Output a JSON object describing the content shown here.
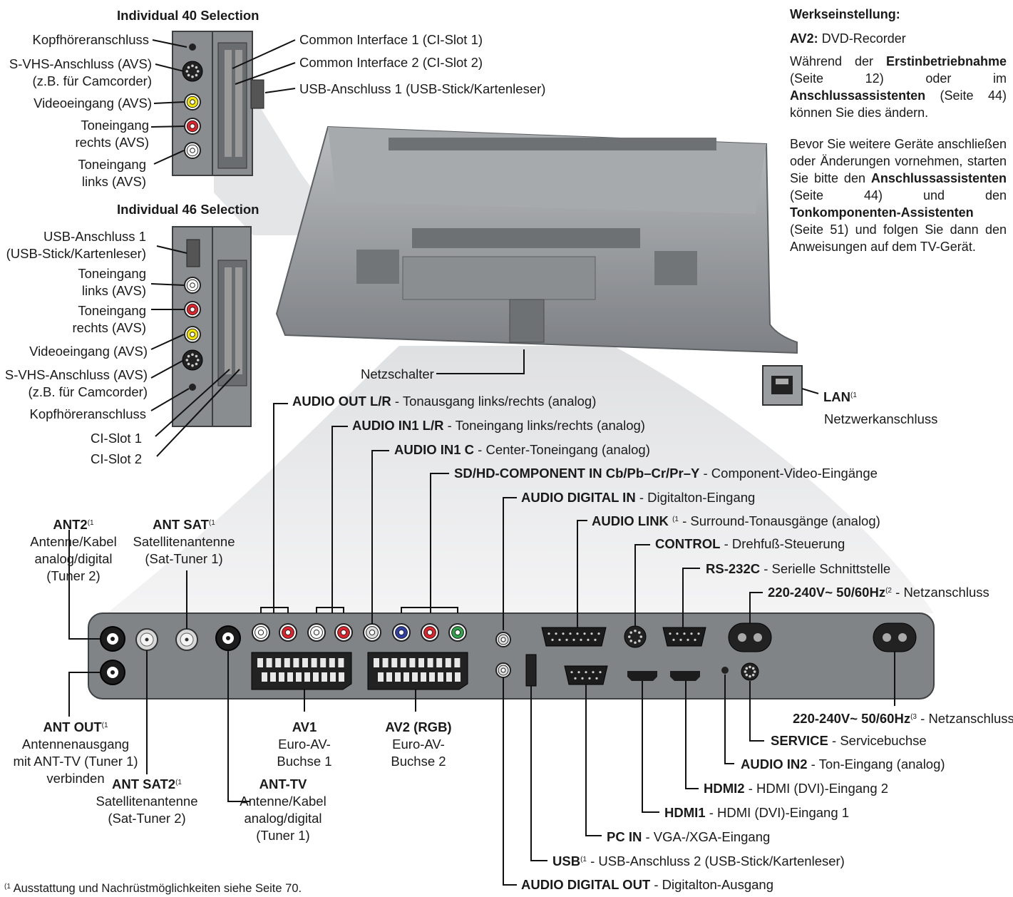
{
  "ind40": {
    "title": "Individual 40 Selection",
    "left": [
      "Kopfhöreranschluss",
      "S-VHS-Anschluss (AVS)",
      "(z.B. für Camcorder)",
      "Videoeingang (AVS)",
      "Toneingang",
      "rechts (AVS)",
      "Toneingang",
      "links (AVS)"
    ],
    "right": [
      "Common Interface 1 (CI-Slot 1)",
      "Common Interface 2 (CI-Slot 2)",
      "USB-Anschluss 1 (USB-Stick/Kartenleser)"
    ]
  },
  "ind46": {
    "title": "Individual 46 Selection",
    "left": [
      "USB-Anschluss 1",
      "(USB-Stick/Kartenleser)",
      "Toneingang",
      "links (AVS)",
      "Toneingang",
      "rechts (AVS)",
      "Videoeingang (AVS)",
      "S-VHS-Anschluss (AVS)",
      "(z.B. für Camcorder)",
      "Kopfhöreranschluss",
      "CI-Slot 1",
      "CI-Slot 2"
    ]
  },
  "note": {
    "heading": "Werkseinstellung:",
    "av2_label": "AV2:",
    "av2_value": "DVD-Recorder",
    "p1a": "Während der ",
    "p1b": "Erstinbetriebnahme",
    "p1c": " (Seite 12) oder im ",
    "p1d": "Anschlussassistenten",
    "p1e": " (Seite 44) können Sie dies ändern.",
    "p2a": "Bevor Sie weitere Geräte anschließen oder Änderungen vornehmen, starten Sie bitte den ",
    "p2b": "Anschlussassistenten",
    "p2c": " (Seite 44) und den ",
    "p2d": "Tonkomponenten-Assistenten",
    "p2e": " (Seite 51) und folgen Sie dann den Anweisungen auf dem TV-Gerät."
  },
  "netzschalter": "Netzschalter",
  "lan": {
    "name": "LAN",
    "sup": "(1",
    "desc": "Netzwerkanschluss"
  },
  "top_labels": [
    {
      "b": "AUDIO OUT L/R",
      "t": " - Tonausgang links/rechts (analog)",
      "sup": ""
    },
    {
      "b": "AUDIO IN1 L/R",
      "t": " - Toneingang links/rechts (analog)",
      "sup": ""
    },
    {
      "b": "AUDIO IN1 C",
      "t": " - Center-Toneingang (analog)",
      "sup": ""
    },
    {
      "b": "SD/HD-COMPONENT IN Cb/Pb–Cr/Pr–Y",
      "t": " - Component-Video-Eingänge",
      "sup": ""
    },
    {
      "b": "AUDIO DIGITAL IN",
      "t": " - Digitalton-Eingang",
      "sup": ""
    },
    {
      "b": "AUDIO LINK",
      "t": " - Surround-Tonausgänge (analog)",
      "sup": "(1"
    },
    {
      "b": "CONTROL",
      "t": " - Drehfuß-Steuerung",
      "sup": ""
    },
    {
      "b": "RS-232C",
      "t": " - Serielle Schnittstelle",
      "sup": ""
    },
    {
      "b": "220-240V~ 50/60Hz",
      "t": " - Netzanschluss",
      "sup": "(2"
    }
  ],
  "ant2": {
    "name": "ANT2",
    "sup": "(1",
    "lines": [
      "Antenne/Kabel",
      "analog/digital",
      "(Tuner 2)"
    ]
  },
  "antsat": {
    "name": "ANT SAT",
    "sup": "(1",
    "lines": [
      "Satellitenantenne",
      "(Sat-Tuner 1)"
    ]
  },
  "antout": {
    "name": "ANT OUT",
    "sup": "(1",
    "lines": [
      "Antennenausgang",
      "mit ANT-TV (Tuner 1)",
      "verbinden"
    ]
  },
  "antsat2": {
    "name": "ANT SAT2",
    "sup": "(1",
    "lines": [
      "Satellitenantenne",
      "(Sat-Tuner 2)"
    ]
  },
  "anttv": {
    "name": "ANT-TV",
    "lines": [
      "Antenne/Kabel",
      "analog/digital",
      "(Tuner 1)"
    ]
  },
  "av1": {
    "name": "AV1",
    "lines": [
      "Euro-AV-",
      "Buchse 1"
    ]
  },
  "av2": {
    "name": "AV2 (RGB)",
    "lines": [
      "Euro-AV-",
      "Buchse 2"
    ]
  },
  "bottom_labels": [
    {
      "b": "220-240V~ 50/60Hz",
      "t": " - Netzanschluss",
      "sup": "(3"
    },
    {
      "b": "SERVICE",
      "t": " - Servicebuchse",
      "sup": ""
    },
    {
      "b": "AUDIO IN2",
      "t": " - Ton-Eingang (analog)",
      "sup": ""
    },
    {
      "b": "HDMI2",
      "t": " - HDMI (DVI)-Eingang 2",
      "sup": ""
    },
    {
      "b": "HDMI1",
      "t": " - HDMI (DVI)-Eingang 1",
      "sup": ""
    },
    {
      "b": "PC IN",
      "t": " - VGA-/XGA-Eingang",
      "sup": ""
    },
    {
      "b": "USB",
      "t": " - USB-Anschluss 2 (USB-Stick/Kartenleser)",
      "sup": "(1"
    },
    {
      "b": "AUDIO DIGITAL OUT",
      "t": " - Digitalton-Ausgang",
      "sup": ""
    }
  ],
  "footnote": {
    "sup": "(1",
    "text": "Ausstattung und Nachrüstmöglichkeiten siehe Seite 70."
  },
  "colors": {
    "panel": "#7f8285",
    "panel_dark": "#5a5c5e",
    "red": "#e0222a",
    "yellow": "#f2e500",
    "blue": "#2f3fa8",
    "green": "#2ea14a",
    "tv": "#9a9da0"
  }
}
